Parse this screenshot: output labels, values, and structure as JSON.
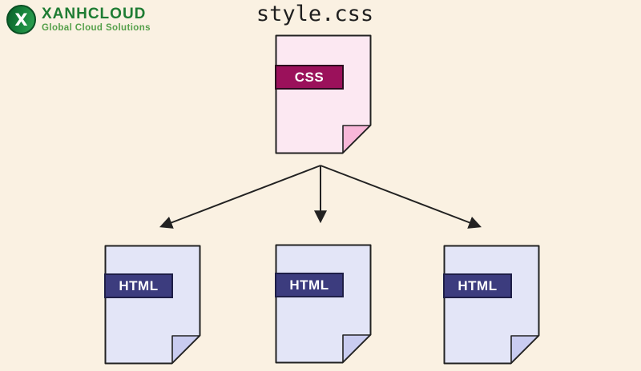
{
  "page": {
    "background": "#faf1e2"
  },
  "logo": {
    "icon_letter": "X",
    "brand": "XANHCLOUD",
    "tagline": "Global Cloud Solutions",
    "brand_color": "#1e7c33",
    "tagline_color": "#55a04a"
  },
  "diagram": {
    "title": "style.css",
    "stroke_color": "#222222",
    "css_file": {
      "label": "CSS",
      "fill": "#fce8f2",
      "fold_fill": "#f8b7d9",
      "label_bg": "#9b115b",
      "label_border": "#2b0a1e",
      "label_text_color": "#ffffff"
    },
    "html_style": {
      "fill": "#e3e5f7",
      "fold_fill": "#c9ccf0",
      "label_bg": "#3c3c7e",
      "label_border": "#1e1e46",
      "label_text_color": "#ffffff"
    },
    "html_files": [
      {
        "label": "HTML"
      },
      {
        "label": "HTML"
      },
      {
        "label": "HTML"
      }
    ]
  }
}
